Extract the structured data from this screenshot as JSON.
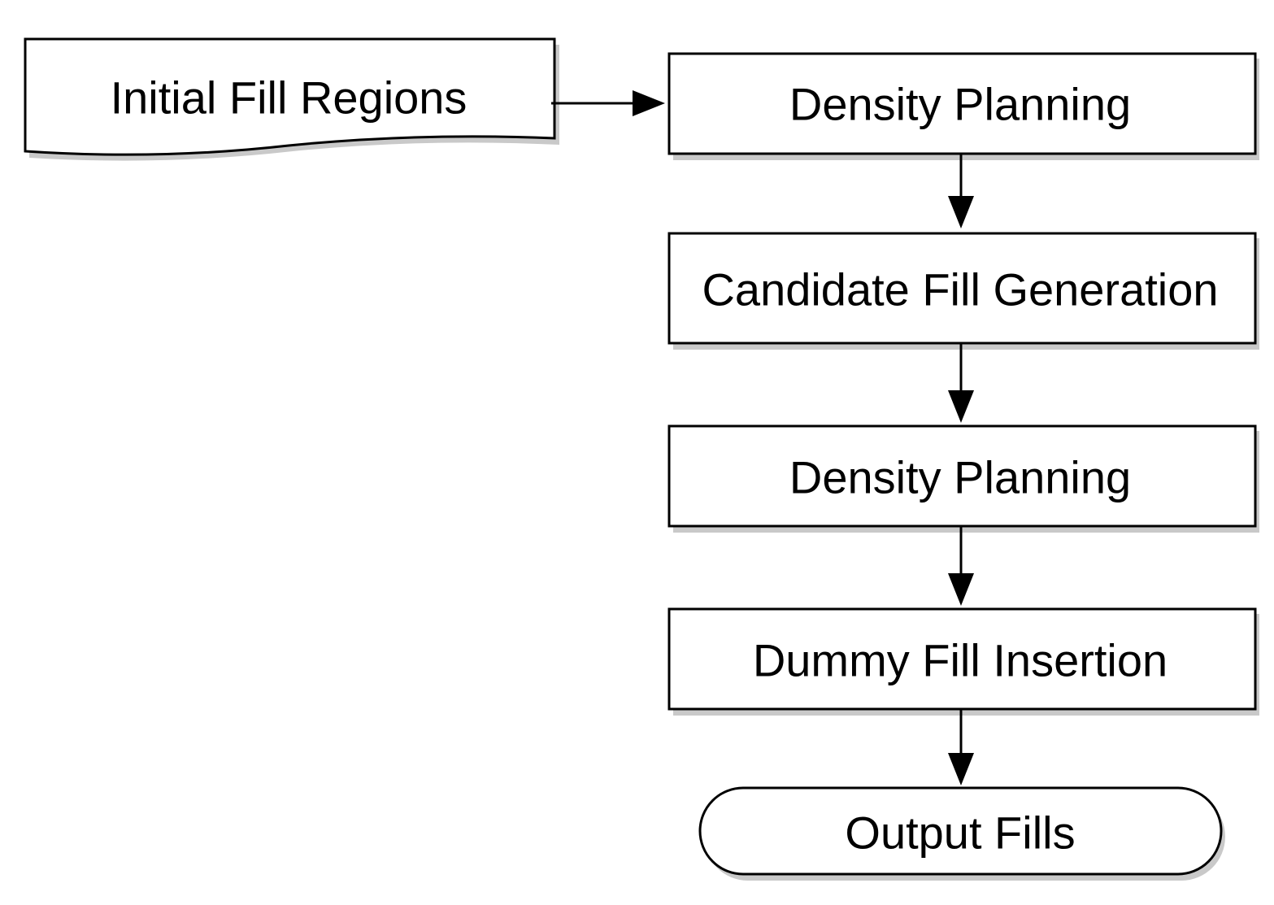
{
  "diagram": {
    "nodes": {
      "initial_fill_regions": "Initial Fill Regions",
      "density_planning_1": "Density Planning",
      "candidate_fill_generation": "Candidate Fill Generation",
      "density_planning_2": "Density Planning",
      "dummy_fill_insertion": "Dummy Fill Insertion",
      "output_fills": "Output Fills"
    },
    "edges": [
      {
        "from": "initial_fill_regions",
        "to": "density_planning_1"
      },
      {
        "from": "density_planning_1",
        "to": "candidate_fill_generation"
      },
      {
        "from": "candidate_fill_generation",
        "to": "density_planning_2"
      },
      {
        "from": "density_planning_2",
        "to": "dummy_fill_insertion"
      },
      {
        "from": "dummy_fill_insertion",
        "to": "output_fills"
      }
    ],
    "colors": {
      "stroke": "#000000",
      "fill": "#ffffff",
      "shadow": "#c9c9c9"
    }
  }
}
